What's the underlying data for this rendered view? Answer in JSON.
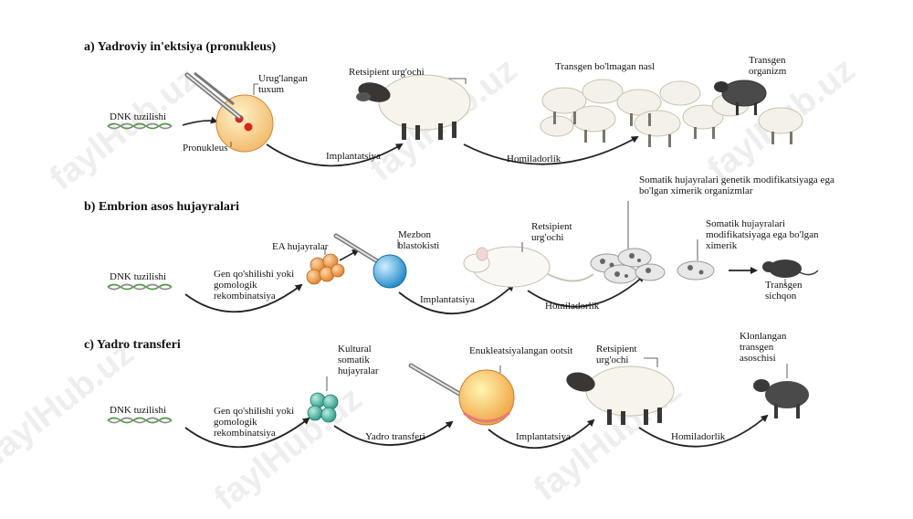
{
  "watermark": "faylHub.uz",
  "sections": {
    "a": {
      "heading": "a) Yadroviy in'ektsiya  (pronukleus)",
      "dna": "DNK tuzilishi",
      "egg": "Urug'langan tuxum",
      "pronucleus": "Pronukleus",
      "recipient": "Retsipient urg'ochi",
      "non_transgenic": "Transgen bo'lmagan nasl",
      "transgenic": "Transgen organizm",
      "implant": "Implantatsiya",
      "pregnancy": "Homiladorlik"
    },
    "b": {
      "heading": "b) Embrion asos hujayralari",
      "dna": "DNK tuzilishi",
      "gene_fusion": "Gen qo'shilishi yoki gomologik rekombinatsiya",
      "es_cells": "EA hujayralar",
      "host_blastocyst": "Mezbon blastokisti",
      "recipient": "Retsipient urg'ochi",
      "implant": "Implantatsiya",
      "pregnancy": "Homiladorlik",
      "chimera_mod": "Somatik hujayralari genetik modifikatsiyaga ega bo'lgan ximerik organizmlar",
      "chimera": "Somatik hujayralari modifikatsiyaga ega bo'lgan ximerik",
      "transgenic_mouse": "Transgen sichqon"
    },
    "c": {
      "heading": "c) Yadro transferi",
      "dna": "DNK tuzilishi",
      "gene_fusion": "Gen qo'shilishi yoki gomologik rekombinatsiya",
      "cultured_cells": "Kultural somatik hujayralar",
      "nuclear_transfer": "Yadro transferi",
      "oocyte": "Enukleatsiyalangan ootsit",
      "recipient": "Retsipient urg'ochi",
      "implant": "Implantatsiya",
      "pregnancy": "Homiladorlik",
      "clone": "Klonlangan transgen asoschisi"
    }
  }
}
